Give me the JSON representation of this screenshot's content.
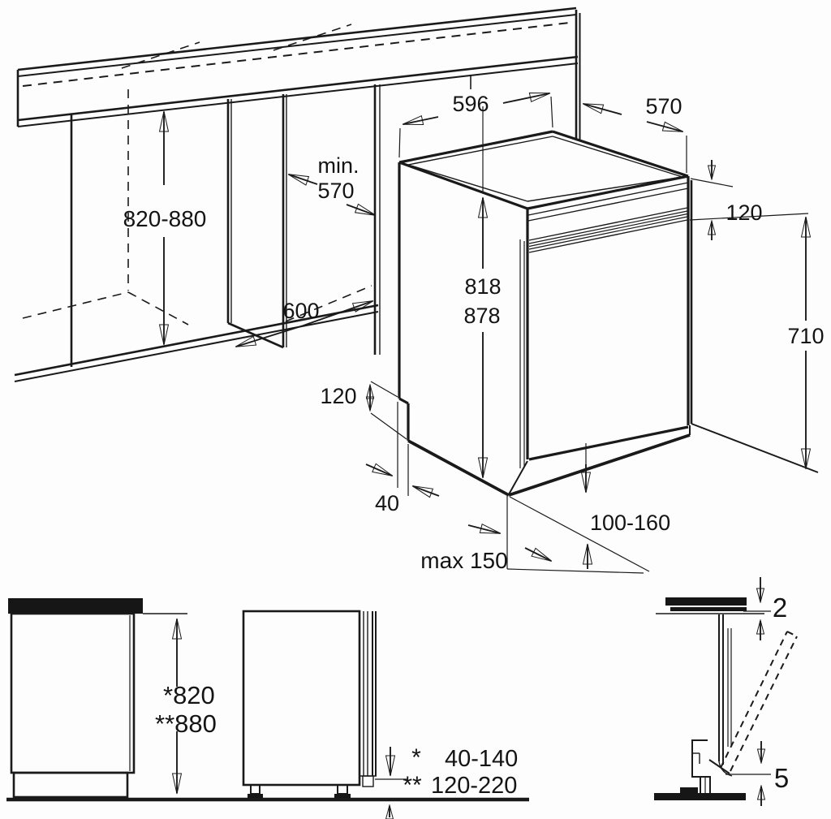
{
  "title": "dishwasher-built-under-installation-dimensions",
  "colors": {
    "line": "#1a1a1a",
    "background": "#fdfdfd",
    "fill_dark": "#161616"
  },
  "diagram": {
    "iso": {
      "width_top": "596",
      "depth_top": "570",
      "niche_depth_min": "min.",
      "niche_depth": "570",
      "niche_height": "820-880",
      "cabinet_depth": "600",
      "height_built_under": "818",
      "height_freestanding": "878",
      "control_panel_height": "120",
      "side_height": "710",
      "plinth_height": "120",
      "plinth_depth": "40",
      "rear_foot_range": "100-160",
      "max_adjust": "max 150"
    },
    "front": {
      "height_star": "*820",
      "height_dblstar": "**880"
    },
    "side": {
      "star": "*",
      "star_range": "40-140",
      "dblstar": "**",
      "dblstar_range": "120-220"
    },
    "hinge": {
      "top_gap": "2",
      "bottom_gap": "5"
    }
  }
}
